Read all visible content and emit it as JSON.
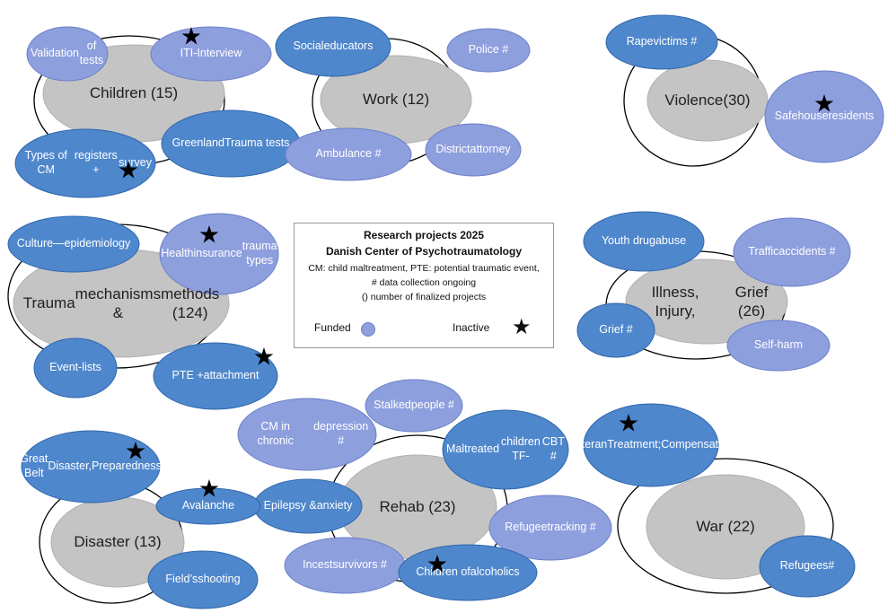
{
  "colors": {
    "funded_fill": "#8e9fde",
    "funded_stroke": "#6b80c8",
    "blue_fill": "#4f87cc",
    "blue_stroke": "#2f66ad",
    "main_fill": "#c4c4c4",
    "ring_stroke": "#000000"
  },
  "legend": {
    "title": "Research projects 2025",
    "subtitle": "Danish Center of Psychotraumatology",
    "line1": "CM: child maltreatment, PTE: potential traumatic event,",
    "line2": "# data collection ongoing",
    "line3": "() number of finalized projects",
    "funded_label": "Funded",
    "inactive_label": "Inactive"
  },
  "clusters": [
    {
      "label": "Children (15)",
      "bubbles": [
        {
          "label": "Validation of tests",
          "funded": true,
          "inactive": false
        },
        {
          "label": "ITI-Interview",
          "funded": true,
          "inactive": true
        },
        {
          "label": "Types of CM registers + survey",
          "funded": false,
          "inactive": true
        },
        {
          "label": "Greenland Trauma tests",
          "funded": false,
          "inactive": false
        }
      ]
    },
    {
      "label": "Work (12)",
      "bubbles": [
        {
          "label": "Social educators",
          "funded": false,
          "inactive": false
        },
        {
          "label": "Police #",
          "funded": true,
          "inactive": false
        },
        {
          "label": "Ambulance #",
          "funded": true,
          "inactive": false
        },
        {
          "label": "District attorney",
          "funded": true,
          "inactive": false
        }
      ]
    },
    {
      "label": "Violence (30)",
      "bubbles": [
        {
          "label": "Rape victims #",
          "funded": false,
          "inactive": false
        },
        {
          "label": "Safehouse residents",
          "funded": true,
          "inactive": true
        }
      ]
    },
    {
      "label": "Trauma mechanisms & methods (124)",
      "bubbles": [
        {
          "label": "Culture—epidemiology",
          "funded": false,
          "inactive": false
        },
        {
          "label": "Health insurance trauma types",
          "funded": true,
          "inactive": true
        },
        {
          "label": "Event-lists",
          "funded": false,
          "inactive": false
        },
        {
          "label": "PTE + attachment",
          "funded": false,
          "inactive": true
        }
      ]
    },
    {
      "label": "Illness, Injury, Grief (26)",
      "bubbles": [
        {
          "label": "Youth drug abuse",
          "funded": false,
          "inactive": false
        },
        {
          "label": "Traffic accidents #",
          "funded": true,
          "inactive": false
        },
        {
          "label": "Grief #",
          "funded": false,
          "inactive": false
        },
        {
          "label": "Self-harm",
          "funded": true,
          "inactive": false
        }
      ]
    },
    {
      "label": "Rehab (23)",
      "bubbles": [
        {
          "label": "Stalked people #",
          "funded": true,
          "inactive": false
        },
        {
          "label": "CM in chronic depression #",
          "funded": true,
          "inactive": false
        },
        {
          "label": "Maltreated children TF-CBT #",
          "funded": false,
          "inactive": false
        },
        {
          "label": "Epilepsy & anxiety",
          "funded": false,
          "inactive": false
        },
        {
          "label": "Refugee tracking #",
          "funded": true,
          "inactive": false
        },
        {
          "label": "Incest survivors #",
          "funded": true,
          "inactive": false
        },
        {
          "label": "Children of alcoholics",
          "funded": false,
          "inactive": true
        }
      ]
    },
    {
      "label": "Disaster (13)",
      "bubbles": [
        {
          "label": "Great Belt Disaster, Preparedness",
          "funded": false,
          "inactive": true
        },
        {
          "label": "Avalanche",
          "funded": false,
          "inactive": true
        },
        {
          "label": "Field’s shooting",
          "funded": false,
          "inactive": false
        }
      ]
    },
    {
      "label": "War (22)",
      "bubbles": [
        {
          "label": "Veteran Treatment; Compensation",
          "funded": false,
          "inactive": true
        },
        {
          "label": "Refugees #",
          "funded": false,
          "inactive": false
        }
      ]
    }
  ]
}
